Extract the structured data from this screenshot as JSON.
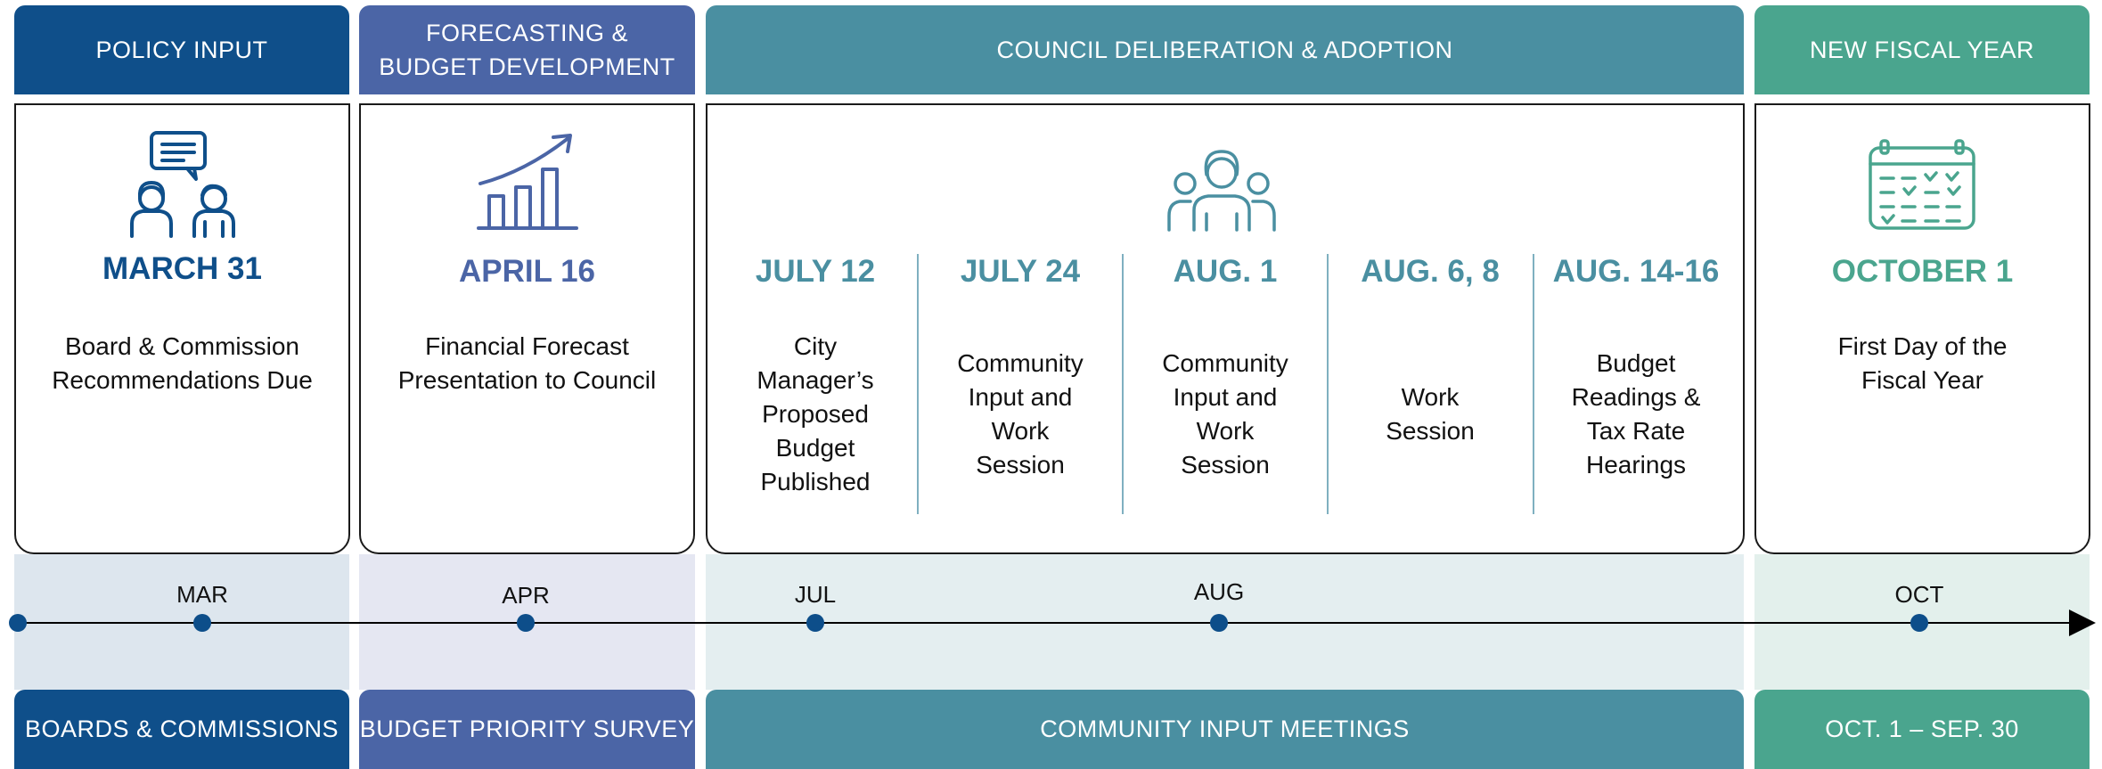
{
  "colors": {
    "policy": "#0f4f8a",
    "forecast": "#4b65a6",
    "council": "#4a8fa1",
    "fiscal": "#4aa58e",
    "policy_band": "#dde6ee",
    "forecast_band": "#e5e7f2",
    "council_band": "#e4eef0",
    "fiscal_band": "#e3f0ec"
  },
  "headers": {
    "policy": "POLICY INPUT",
    "forecast_line1": "FORECASTING &",
    "forecast_line2": "BUDGET DEVELOPMENT",
    "council": "COUNCIL DELIBERATION & ADOPTION",
    "fiscal": "NEW FISCAL YEAR"
  },
  "icons": {
    "policy": "people-discussion-icon",
    "forecast": "growth-chart-icon",
    "council": "community-group-icon",
    "fiscal": "calendar-checklist-icon"
  },
  "events": {
    "policy": {
      "date": "MARCH 31",
      "line1": "Board & Commission",
      "line2": "Recommendations Due"
    },
    "forecast": {
      "date": "APRIL 16",
      "line1": "Financial Forecast",
      "line2": "Presentation to Council"
    },
    "fiscal": {
      "date": "OCTOBER 1",
      "line1": "First Day of the",
      "line2": "Fiscal Year"
    },
    "council": [
      {
        "date": "JULY 12",
        "lines": [
          "City",
          "Manager’s",
          "Proposed",
          "Budget",
          "Published"
        ]
      },
      {
        "date": "JULY 24",
        "lines": [
          "Community",
          "Input and",
          "Work",
          "Session"
        ]
      },
      {
        "date": "AUG. 1",
        "lines": [
          "Community",
          "Input and",
          "Work",
          "Session"
        ]
      },
      {
        "date": "AUG. 6, 8",
        "lines": [
          "Work",
          "Session"
        ]
      },
      {
        "date": "AUG. 14-16",
        "lines": [
          "Budget",
          "Readings &",
          "Tax Rate",
          "Hearings"
        ]
      }
    ]
  },
  "timeline": {
    "months": [
      "MAR",
      "APR",
      "JUL",
      "AUG",
      "OCT"
    ]
  },
  "footers": {
    "policy": "BOARDS & COMMISSIONS",
    "forecast": "BUDGET PRIORITY SURVEY",
    "council": "COMMUNITY INPUT MEETINGS",
    "fiscal": "OCT. 1 – SEP. 30"
  }
}
